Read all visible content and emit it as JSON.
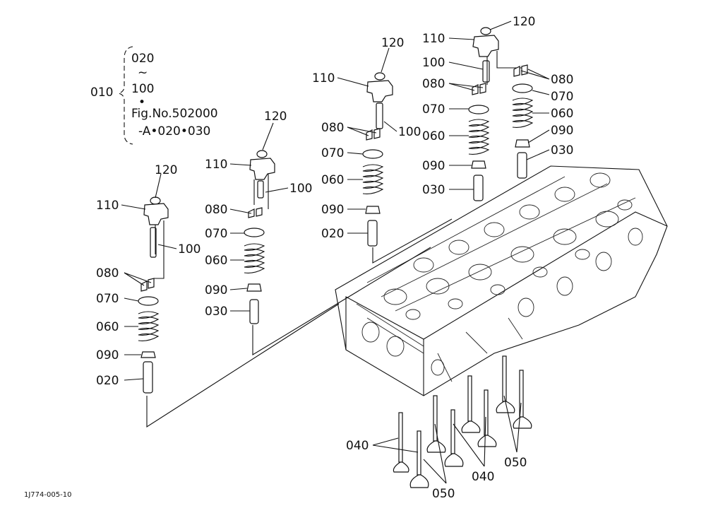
{
  "note": {
    "prefix": "010",
    "line1": "020",
    "line2": "~",
    "line3": "100",
    "line4": "•",
    "line5": "Fig.No.502000",
    "line6": "-A•020•030"
  },
  "labels": {
    "p020": "020",
    "p030": "030",
    "p040": "040",
    "p050": "050",
    "p060": "060",
    "p070": "070",
    "p080": "080",
    "p090": "090",
    "p100": "100",
    "p110": "110",
    "p120": "120"
  },
  "footer_code": "1J774-005-10"
}
